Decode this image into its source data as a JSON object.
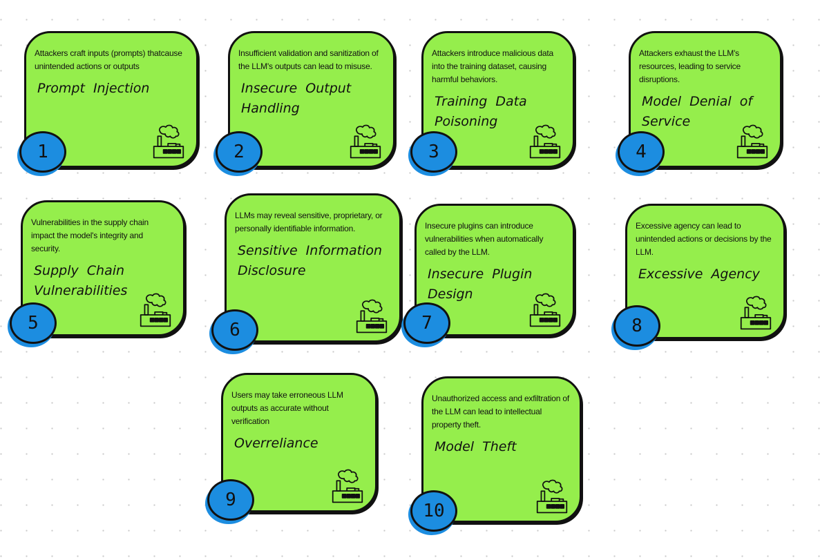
{
  "cards": [
    {
      "number": "1",
      "description": "Attackers craft inputs (prompts) thatcause unintended actions or outputs",
      "title": "Prompt Injection"
    },
    {
      "number": "2",
      "description": "Insufficient validation and sanitization of the LLM's outputs can lead to misuse.",
      "title": "Insecure Output Handling"
    },
    {
      "number": "3",
      "description": "Attackers introduce malicious data into the training dataset, causing harmful behaviors.",
      "title": "Training Data Poisoning"
    },
    {
      "number": "4",
      "description": "Attackers exhaust the LLM's resources, leading to service disruptions.",
      "title": "Model Denial of Service"
    },
    {
      "number": "5",
      "description": "Vulnerabilities in the supply chain impact the model's integrity and security.",
      "title": "Supply Chain Vulnerabilities"
    },
    {
      "number": "6",
      "description": "LLMs may reveal sensitive, proprietary, or personally identifiable information.",
      "title": "Sensitive Information Disclosure"
    },
    {
      "number": "7",
      "description": "Insecure plugins can introduce vulnerabilities when automatically called by the LLM.",
      "title": "Insecure Plugin Design"
    },
    {
      "number": "8",
      "description": "Excessive agency can lead to unintended actions or decisions by the LLM.",
      "title": "Excessive Agency"
    },
    {
      "number": "9",
      "description": "Users may take erroneous LLM outputs as accurate without verification",
      "title": "Overreliance"
    },
    {
      "number": "10",
      "description": "Unauthorized access and exfiltration of the LLM can lead to intellectual property theft.",
      "title": "Model Theft"
    }
  ],
  "colors": {
    "card": "#95ee4c",
    "badge": "#1c8de0",
    "stroke": "#111111"
  }
}
